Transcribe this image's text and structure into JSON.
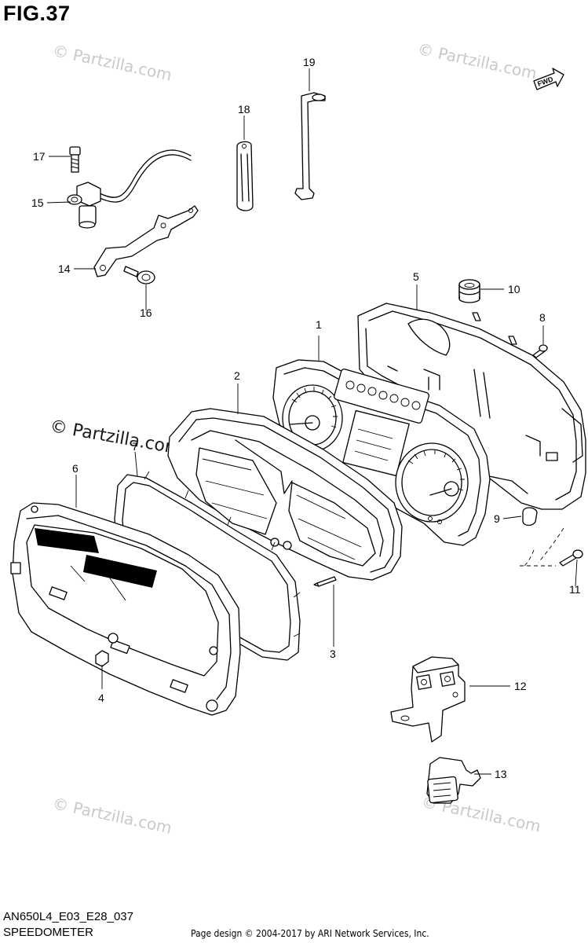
{
  "figure": {
    "title": "FIG.37",
    "code": "AN650L4_E03_E28_037",
    "name": "SPEEDOMETER",
    "copyright": "Page design © 2004-2017 by ARI Network Services, Inc.",
    "fwd_label": "FWD"
  },
  "watermarks": {
    "text": "© Partzilla.com"
  },
  "callouts": [
    {
      "label": "1"
    },
    {
      "label": "2"
    },
    {
      "label": "3"
    },
    {
      "label": "4"
    },
    {
      "label": "5"
    },
    {
      "label": "6"
    },
    {
      "label": "7"
    },
    {
      "label": "8"
    },
    {
      "label": "9"
    },
    {
      "label": "10"
    },
    {
      "label": "11"
    },
    {
      "label": "12"
    },
    {
      "label": "13"
    },
    {
      "label": "14"
    },
    {
      "label": "15"
    },
    {
      "label": "16"
    },
    {
      "label": "17"
    },
    {
      "label": "18"
    },
    {
      "label": "19"
    }
  ]
}
